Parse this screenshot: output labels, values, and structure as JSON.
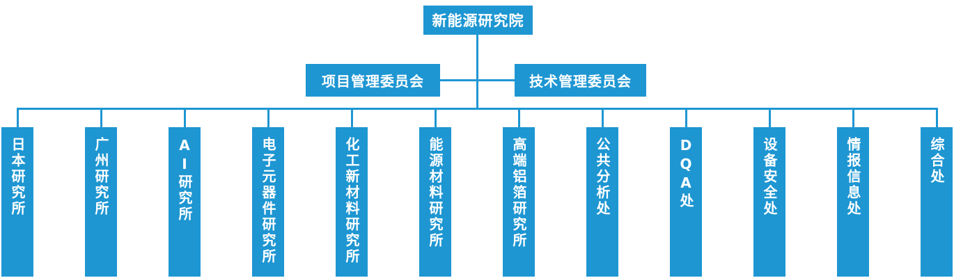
{
  "colors": {
    "primary_blue": "#1E96D2",
    "text_on_primary": "#FFFFFF",
    "background": "#FFFFFF"
  },
  "root": {
    "label": "新能源研究院"
  },
  "committees": [
    {
      "label": "项目管理委员会"
    },
    {
      "label": "技术管理委员会"
    }
  ],
  "departments": [
    {
      "label": "日本研究所"
    },
    {
      "label": "广州研究所"
    },
    {
      "label": "AI研究所"
    },
    {
      "label": "电子元器件研究所"
    },
    {
      "label": "化工新材料研究所"
    },
    {
      "label": "能源材料研究所"
    },
    {
      "label": "高端铝箔研究所"
    },
    {
      "label": "公共分析处"
    },
    {
      "label": "DQA处"
    },
    {
      "label": "设备安全处"
    },
    {
      "label": "情报信息处"
    },
    {
      "label": "综合处"
    }
  ]
}
